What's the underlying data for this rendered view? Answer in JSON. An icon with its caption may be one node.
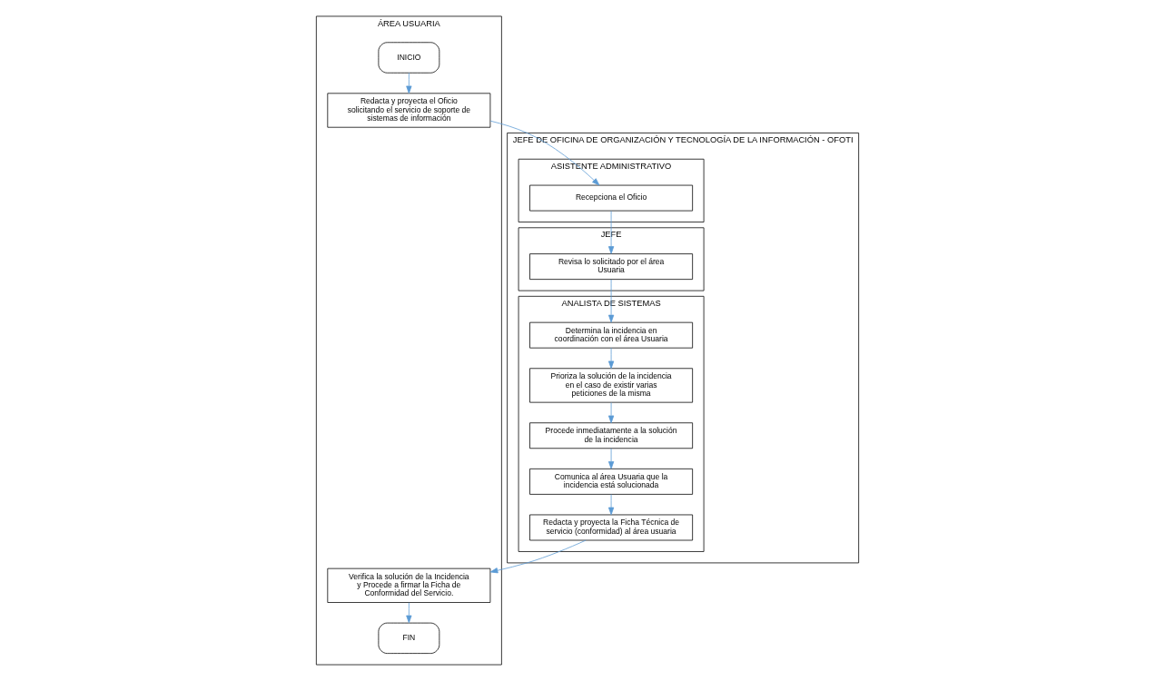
{
  "diagram": {
    "nodes": [
      {
        "text": [
          "ÁREA USUARIA"
        ]
      },
      {
        "text": [
          "JEFE DE OFICINA DE ORGANIZACIÓN Y TECNOLOGÍA DE LA INFORMACIÓN - OFOTI"
        ]
      },
      {
        "text": [
          "ASISTENTE ADMINISTRATIVO"
        ],
        "in": 1
      },
      {
        "text": [
          "JEFE"
        ],
        "in": 1
      },
      {
        "text": [
          "ANALISTA DE SISTEMAS"
        ],
        "in": 1
      },
      {
        "text": [
          "INICIO"
        ],
        "in": 0
      },
      {
        "text": [
          "Redacta y proyecta el Oficio solicitando el servicio de soporte de sistemas de información"
        ],
        "in": 0
      },
      {
        "text": [
          "Verifica la solución de la Incidencia y Procede a firmar la Ficha de Conformidad del Servicio."
        ],
        "in": 0
      },
      {
        "text": [
          "FIN"
        ],
        "in": 0
      },
      {
        "text": [
          "Recepciona el Oficio"
        ],
        "in": 2
      },
      {
        "text": [
          "Revisa lo solicitado por el área Usuaria"
        ],
        "in": 3
      },
      {
        "text": [
          "Determina la incidencia en coordinación con el área Usuaria"
        ],
        "in": 4
      },
      {
        "text": [
          "Prioriza la solución de la incidencia en el caso de existir varias peticiones de la misma"
        ],
        "in": 4
      },
      {
        "text": [
          "Procede inmediatamente a la solución de la incidencia"
        ],
        "in": 4
      },
      {
        "text": [
          "Comunica al área Usuaria que la incidencia está solucionada"
        ],
        "in": 4
      },
      {
        "text": [
          "Redacta y proyecta la Ficha Técnica de servicio (conformidad) al área usuaria"
        ],
        "in": 4
      }
    ],
    "edges": [
      {
        "from": 5,
        "to": 6,
        "arrow": "to"
      },
      {
        "from": 6,
        "to": 9,
        "arrow": "to"
      },
      {
        "from": 9,
        "to": 10,
        "arrow": "to"
      },
      {
        "from": 10,
        "to": 11,
        "arrow": "to"
      },
      {
        "from": 11,
        "to": 12,
        "arrow": "to"
      },
      {
        "from": 12,
        "to": 13,
        "arrow": "to"
      },
      {
        "from": 13,
        "to": 14,
        "arrow": "to"
      },
      {
        "from": 14,
        "to": 15,
        "arrow": "to"
      },
      {
        "from": 15,
        "to": 7,
        "arrow": "to"
      },
      {
        "from": 7,
        "to": 8,
        "arrow": "to"
      }
    ]
  }
}
